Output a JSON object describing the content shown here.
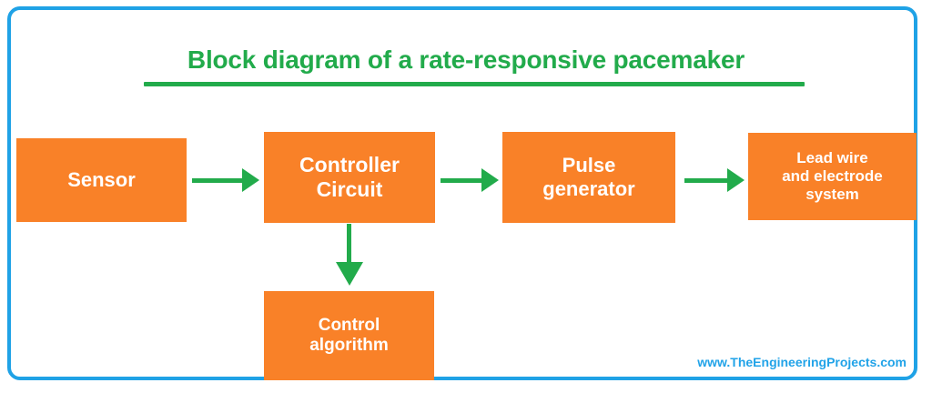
{
  "diagram": {
    "title": "Block diagram of a rate-responsive pacemaker",
    "accent_green": "#22ab4b",
    "block_orange": "#f98128",
    "frame_blue": "#1fa2e6",
    "blocks": [
      {
        "id": "sensor",
        "label": "Sensor"
      },
      {
        "id": "controller",
        "label": "Controller\nCircuit"
      },
      {
        "id": "pulse",
        "label": "Pulse\ngenerator"
      },
      {
        "id": "lead",
        "label": "Lead wire\nand electrode\nsystem"
      },
      {
        "id": "algorithm",
        "label": "Control\nalgorithm"
      }
    ],
    "connectors": [
      {
        "id": "sensor-controller",
        "from": "Sensor",
        "to": "Controller Circuit",
        "direction": "right"
      },
      {
        "id": "controller-pulse",
        "from": "Controller Circuit",
        "to": "Pulse generator",
        "direction": "right"
      },
      {
        "id": "pulse-lead",
        "from": "Pulse generator",
        "to": "Lead wire and electrode system",
        "direction": "right"
      },
      {
        "id": "controller-algorithm",
        "from": "Controller Circuit",
        "to": "Control algorithm",
        "direction": "down"
      }
    ]
  },
  "watermark": {
    "text": "www.TheEngineeringProjects.com"
  }
}
